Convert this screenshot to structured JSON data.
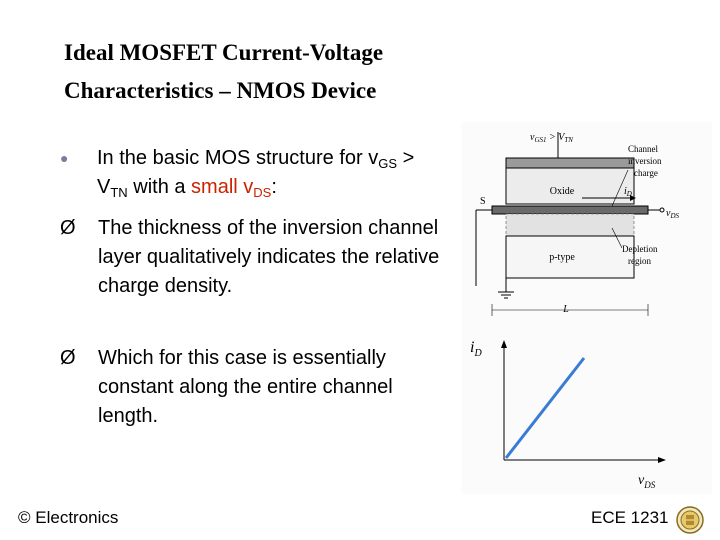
{
  "slide": {
    "title_line1": "Ideal MOSFET Current-Voltage",
    "title_line2": "Characteristics – NMOS Device",
    "bullet1": {
      "pre": "In the basic MOS structure for ",
      "v1": "v",
      "v1_sub": "GS",
      "gt": " > V",
      "v2_sub": "TN",
      "mid": " with a ",
      "small": "small v",
      "small_sub": "DS",
      "end": ":"
    },
    "bullet2": "The thickness of the inversion channel layer qualitatively indicates the relative charge density.",
    "bullet3": "Which for this case is essentially constant along the entire channel length.",
    "footer_left": "© Electronics",
    "footer_right": "ECE 1231",
    "bullet_glyph": "●",
    "arrow_glyph": "Ø"
  },
  "figure": {
    "gate_label": "v",
    "gate_label_sub": "GS1",
    "gate_label_rest": " > V",
    "gate_label_sub2": "TN",
    "channel_label_1": "Channel",
    "channel_label_2": "inversion",
    "channel_label_3": "charge",
    "oxide_label": "Oxide",
    "id_label": "i",
    "id_label_sub": "D",
    "source_label": "S",
    "vds_label": "v",
    "vds_label_sub": "DS",
    "depletion_label_1": "Depletion",
    "depletion_label_2": "region",
    "ptype_label": "p-type",
    "length_label": "L",
    "graph_ylabel": "i",
    "graph_ylabel_sub": "D",
    "graph_xlabel": "v",
    "graph_xlabel_sub": "DS",
    "line_color": "#3a7bd5"
  }
}
